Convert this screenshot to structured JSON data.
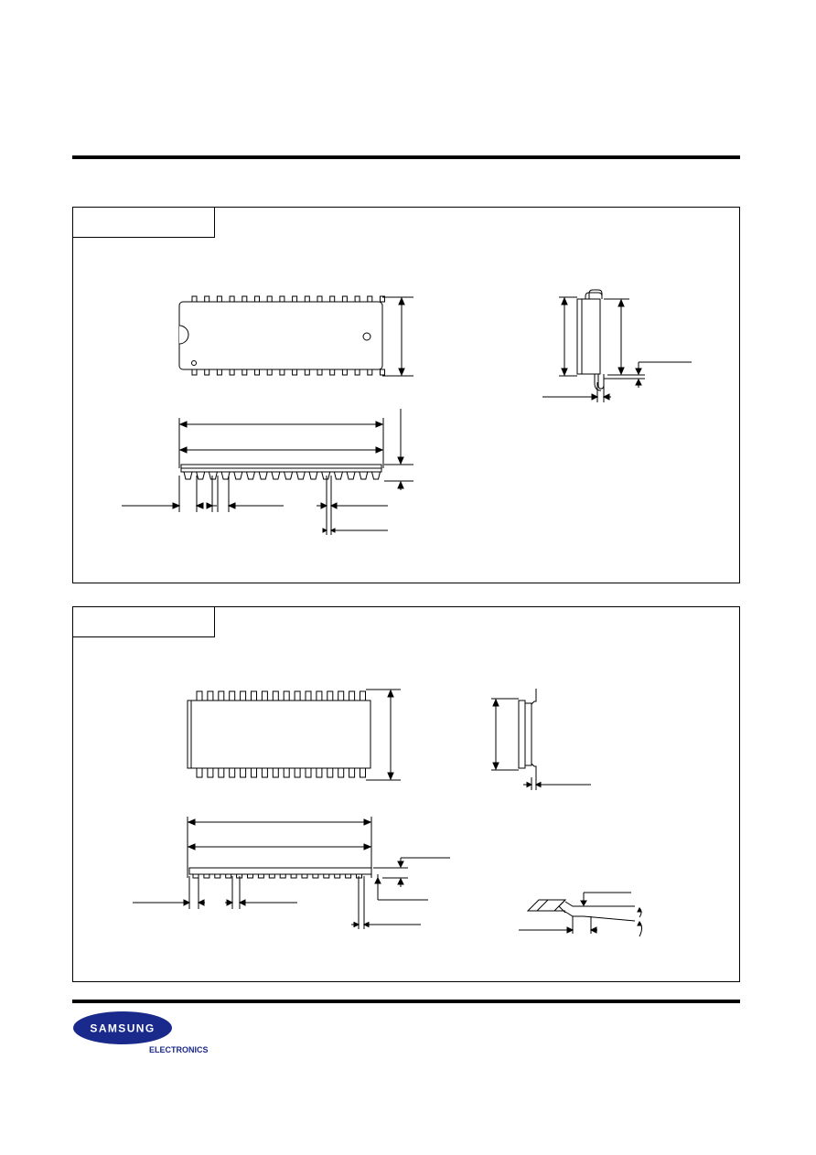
{
  "brand": {
    "logo_text": "SAMSUNG",
    "sub_text": "ELECTRONICS",
    "logo_color": "#1a2a8c"
  },
  "panels": [
    {
      "id": "dip-package",
      "tab_label": ""
    },
    {
      "id": "sop-package",
      "tab_label": ""
    }
  ]
}
